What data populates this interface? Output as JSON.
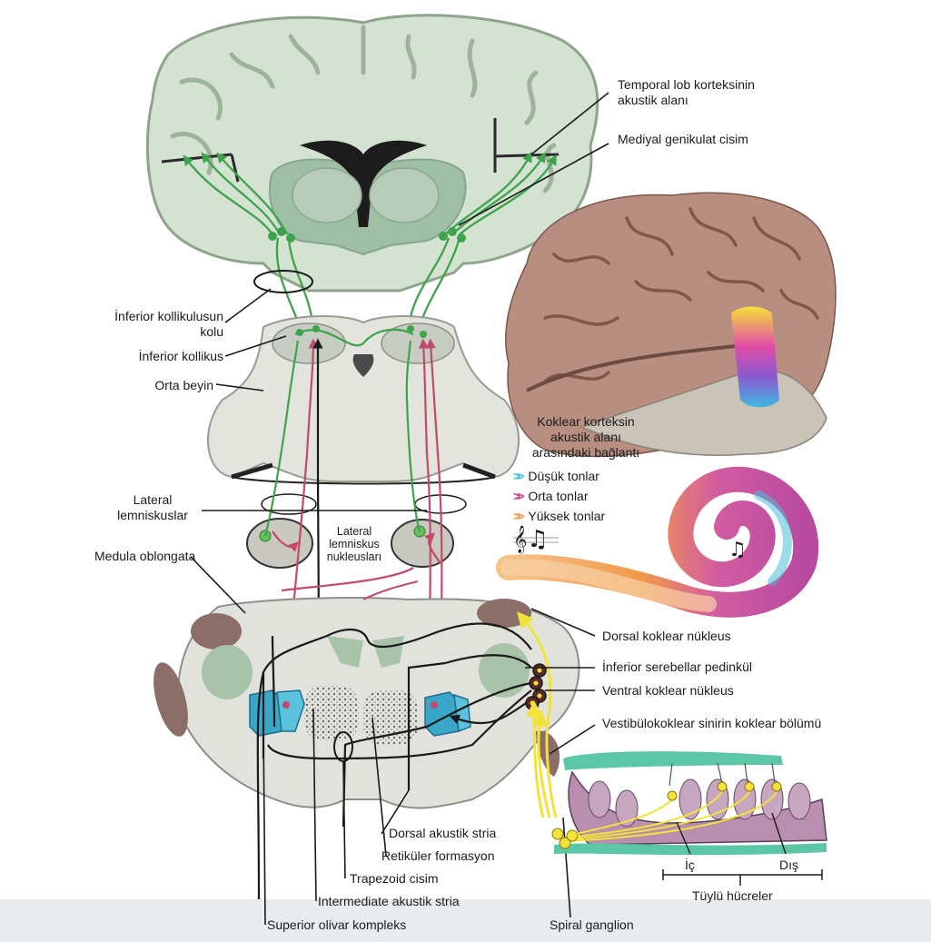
{
  "labels": {
    "temporal_line1": "Temporal lob korteksinin",
    "temporal_line2": "akustik alanı",
    "medial_geniculate": "Mediyal genikulat cisim",
    "inf_coll_brachium_line1": "İnferior kollikulusun",
    "inf_coll_brachium_line2": "kolu",
    "inferior_colliculus": "İnferior kollikus",
    "midbrain": "Orta beyin",
    "lateral_lemniscus_line1": "Lateral",
    "lateral_lemniscus_line2": "lemniskuslar",
    "medulla": "Medula oblongata",
    "ll_nuclei_line1": "Lateral",
    "ll_nuclei_line2": "lemniskus",
    "ll_nuclei_line3": "nukleusları",
    "dorsal_cochlear": "Dorsal koklear nükleus",
    "inf_cerebellar": "İnferior serebellar pedinkül",
    "ventral_cochlear": "Ventral koklear nükleus",
    "vestibulocochlear": "Vestibülokoklear sinirin koklear bölümü",
    "dorsal_stria": "Dorsal akustik stria",
    "reticular": "Retiküler formasyon",
    "trapezoid": "Trapezoid cisim",
    "intermediate_stria": "Intermediate akustik stria",
    "superior_olivary": "Superior olivar kompleks",
    "spiral_ganglion": "Spiral ganglion",
    "inner": "İç",
    "outer": "Dış",
    "hair_cells": "Tüylü hücreler",
    "cortex_conn_line1": "Koklear korteksin",
    "cortex_conn_line2": "akustik alanı",
    "cortex_conn_line3": "arasındaki bağlantı"
  },
  "tones": [
    {
      "label": "Düşük tonlar",
      "color": "#4bbfd8"
    },
    {
      "label": "Orta tonlar",
      "color": "#c8418f"
    },
    {
      "label": "Yüksek tonlar",
      "color": "#f2994a"
    }
  ],
  "colors": {
    "pathway_green": "#3fa34d",
    "pathway_red": "#c24a6a",
    "pathway_black": "#1a1a1a",
    "pathway_yellow": "#f2e23a",
    "brain_tissue": "#cfdccf",
    "brainstem": "#e2e2dd"
  }
}
